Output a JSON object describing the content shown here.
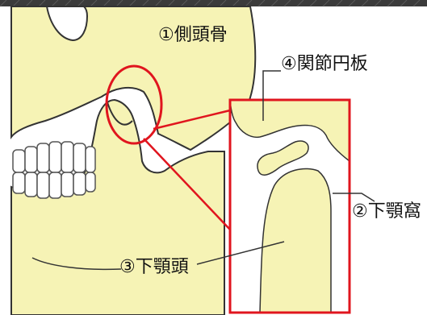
{
  "labels": {
    "temporal_bone": "①側頭骨",
    "articular_disc": "④関節円板",
    "mandibular_fossa": "②下顎窩",
    "mandibular_condyle": "③下顎頭"
  },
  "colors": {
    "bone": "#f6f3b5",
    "outline": "#333333",
    "highlight": "#e0151e",
    "top_strip": "#3b3b3b",
    "label_text": "#111111"
  }
}
